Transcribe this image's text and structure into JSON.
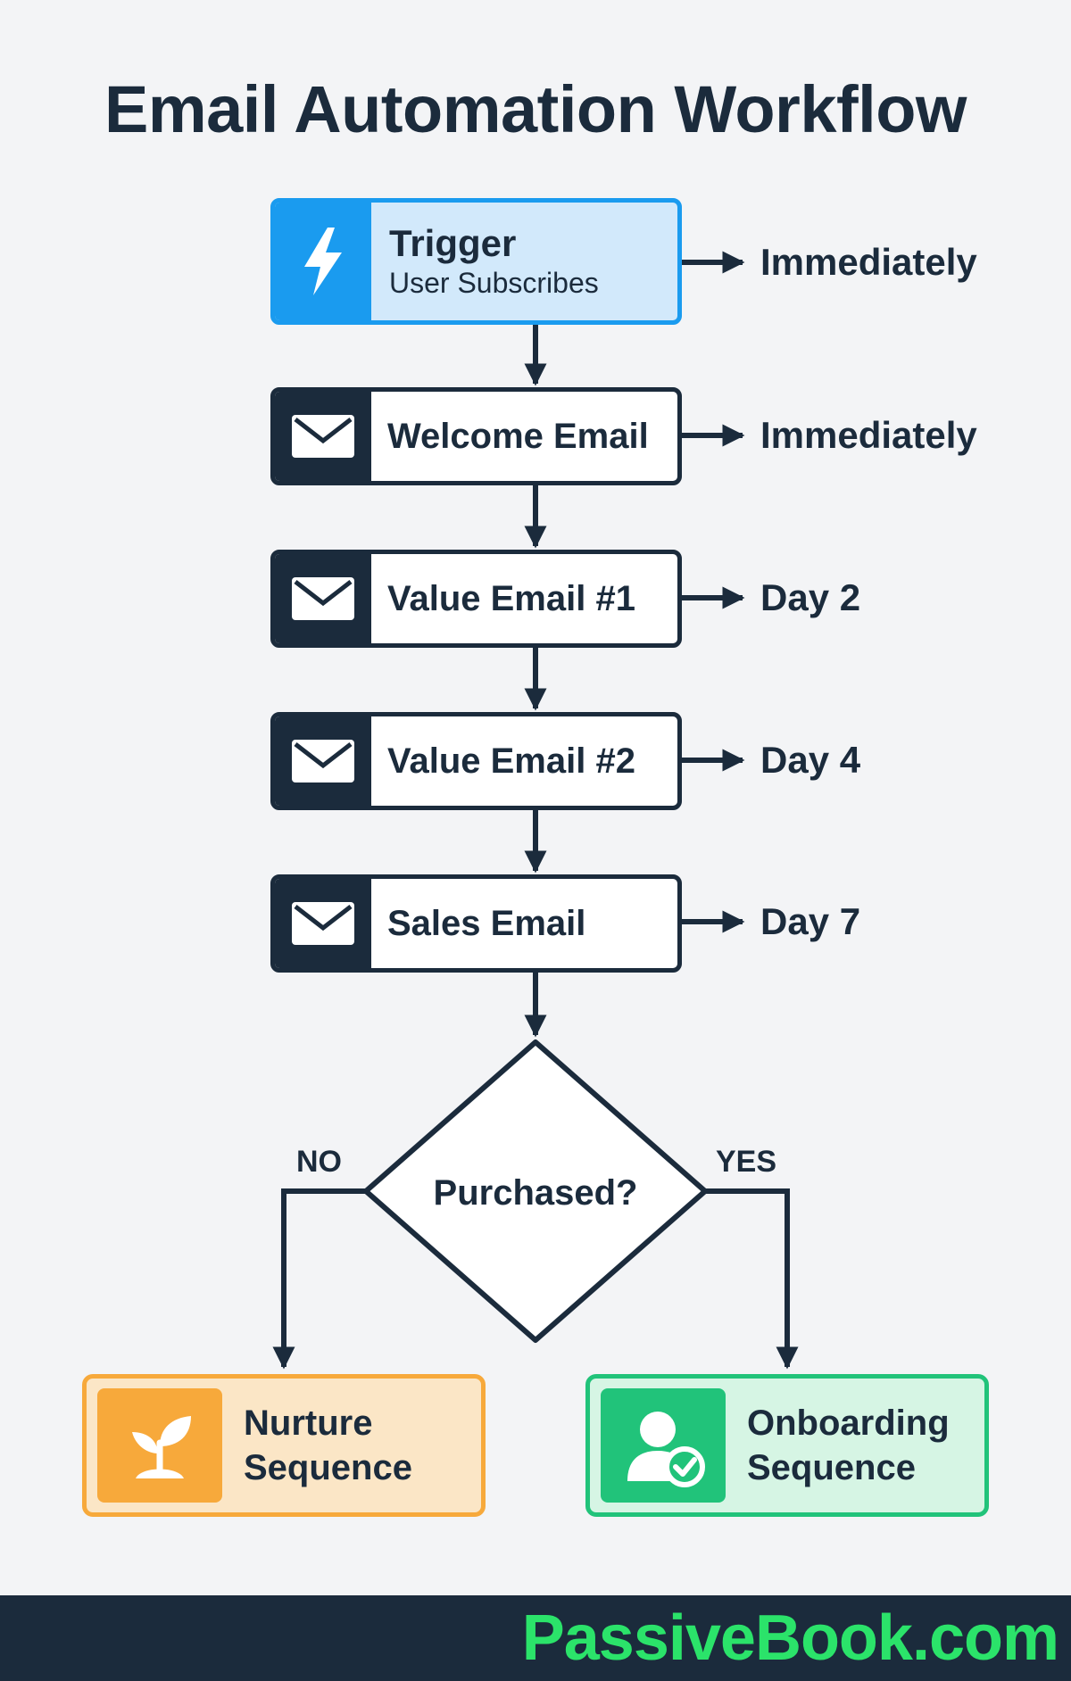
{
  "title": "Email Automation Workflow",
  "trigger": {
    "title": "Trigger",
    "subtitle": "User Subscribes",
    "timing": "Immediately",
    "icon": "lightning-bolt-icon"
  },
  "steps": [
    {
      "label": "Welcome Email",
      "timing": "Immediately",
      "icon": "envelope-icon"
    },
    {
      "label": "Value Email #1",
      "timing": "Day 2",
      "icon": "envelope-icon"
    },
    {
      "label": "Value Email #2",
      "timing": "Day 4",
      "icon": "envelope-icon"
    },
    {
      "label": "Sales Email",
      "timing": "Day 7",
      "icon": "envelope-icon"
    }
  ],
  "decision": {
    "question": "Purchased?",
    "no_label": "NO",
    "yes_label": "YES"
  },
  "outcomes": {
    "no": {
      "line1": "Nurture",
      "line2": "Sequence",
      "icon": "sprout-icon",
      "color": "#f7a93b"
    },
    "yes": {
      "line1": "Onboarding",
      "line2": "Sequence",
      "icon": "user-check-icon",
      "color": "#21c37a"
    }
  },
  "colors": {
    "dark": "#1b2b3c",
    "trigger_blue": "#1a9bef",
    "brand_green": "#2be36a"
  },
  "footer": {
    "brand": "PassiveBook.com"
  }
}
